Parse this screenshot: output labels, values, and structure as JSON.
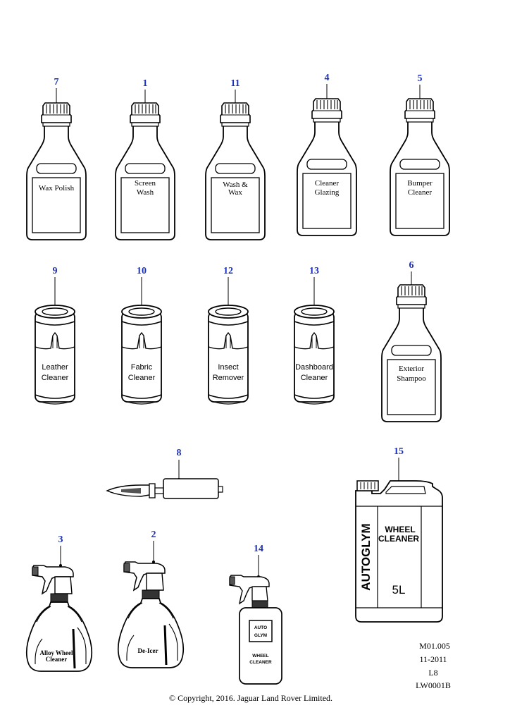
{
  "parts": [
    {
      "callout": "7",
      "label": [
        "Wax Polish"
      ]
    },
    {
      "callout": "1",
      "label": [
        "Screen",
        "Wash"
      ]
    },
    {
      "callout": "11",
      "label": [
        "Wash &",
        "Wax"
      ]
    },
    {
      "callout": "4",
      "label": [
        "Cleaner",
        "Glazing"
      ]
    },
    {
      "callout": "5",
      "label": [
        "Bumper",
        "Cleaner"
      ]
    },
    {
      "callout": "9",
      "label": [
        "Leather",
        "Cleaner"
      ]
    },
    {
      "callout": "10",
      "label": [
        "Fabric",
        "Cleaner"
      ]
    },
    {
      "callout": "12",
      "label": [
        "Insect",
        "Remover"
      ]
    },
    {
      "callout": "13",
      "label": [
        "Dashboard",
        "Cleaner"
      ]
    },
    {
      "callout": "6",
      "label": [
        "Exterior",
        "Shampoo"
      ]
    },
    {
      "callout": "8",
      "label": []
    },
    {
      "callout": "15",
      "label": [
        "WHEEL",
        "CLEANER"
      ],
      "brand": "AUTOGLYM",
      "volume": "5L"
    },
    {
      "callout": "3",
      "label": [
        "Alloy Wheel",
        "Cleaner"
      ]
    },
    {
      "callout": "2",
      "label": [
        "De-Icer"
      ]
    },
    {
      "callout": "14",
      "label": [
        "WHEEL",
        "CLEANER"
      ],
      "brand": [
        "AUTO",
        "GLYM"
      ]
    }
  ],
  "reference": [
    "M01.005",
    "11-2011",
    "L8",
    "LW0001B"
  ],
  "copyright": "© Copyright, 2016. Jaguar Land Rover Limited.",
  "colors": {
    "callout": "#1a2fc0",
    "line": "#000000"
  }
}
